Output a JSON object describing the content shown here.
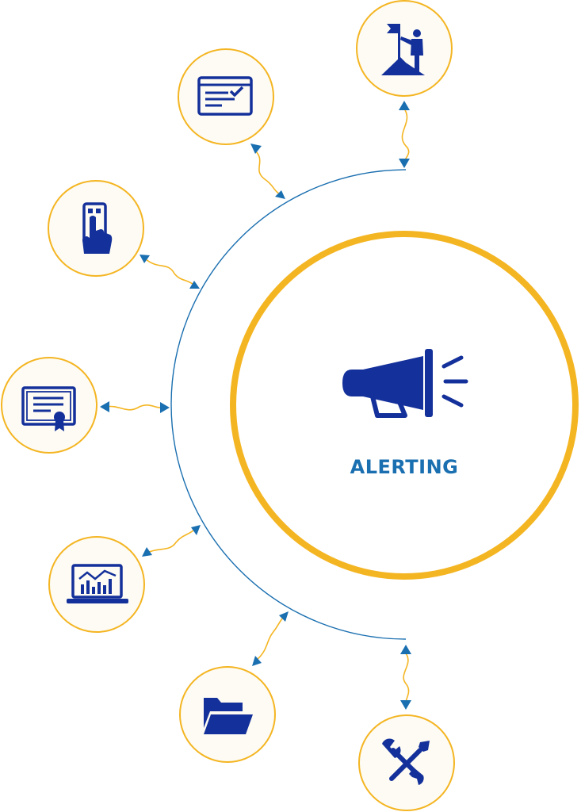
{
  "center": {
    "label": "ALERTING",
    "icon": "megaphone-icon"
  },
  "nodes": [
    {
      "id": "goal",
      "icon": "person-with-flag-icon"
    },
    {
      "id": "checklist",
      "icon": "checklist-window-icon"
    },
    {
      "id": "touch",
      "icon": "hand-tapping-device-icon"
    },
    {
      "id": "certificate",
      "icon": "certificate-icon"
    },
    {
      "id": "analytics",
      "icon": "laptop-chart-icon"
    },
    {
      "id": "folder",
      "icon": "open-folder-icon"
    },
    {
      "id": "tools",
      "icon": "wrench-screwdriver-icon"
    }
  ],
  "colors": {
    "ring": "#f4b522",
    "icon": "#14309a",
    "accent": "#1a6fb0",
    "node_fill": "#fdfbf3"
  }
}
